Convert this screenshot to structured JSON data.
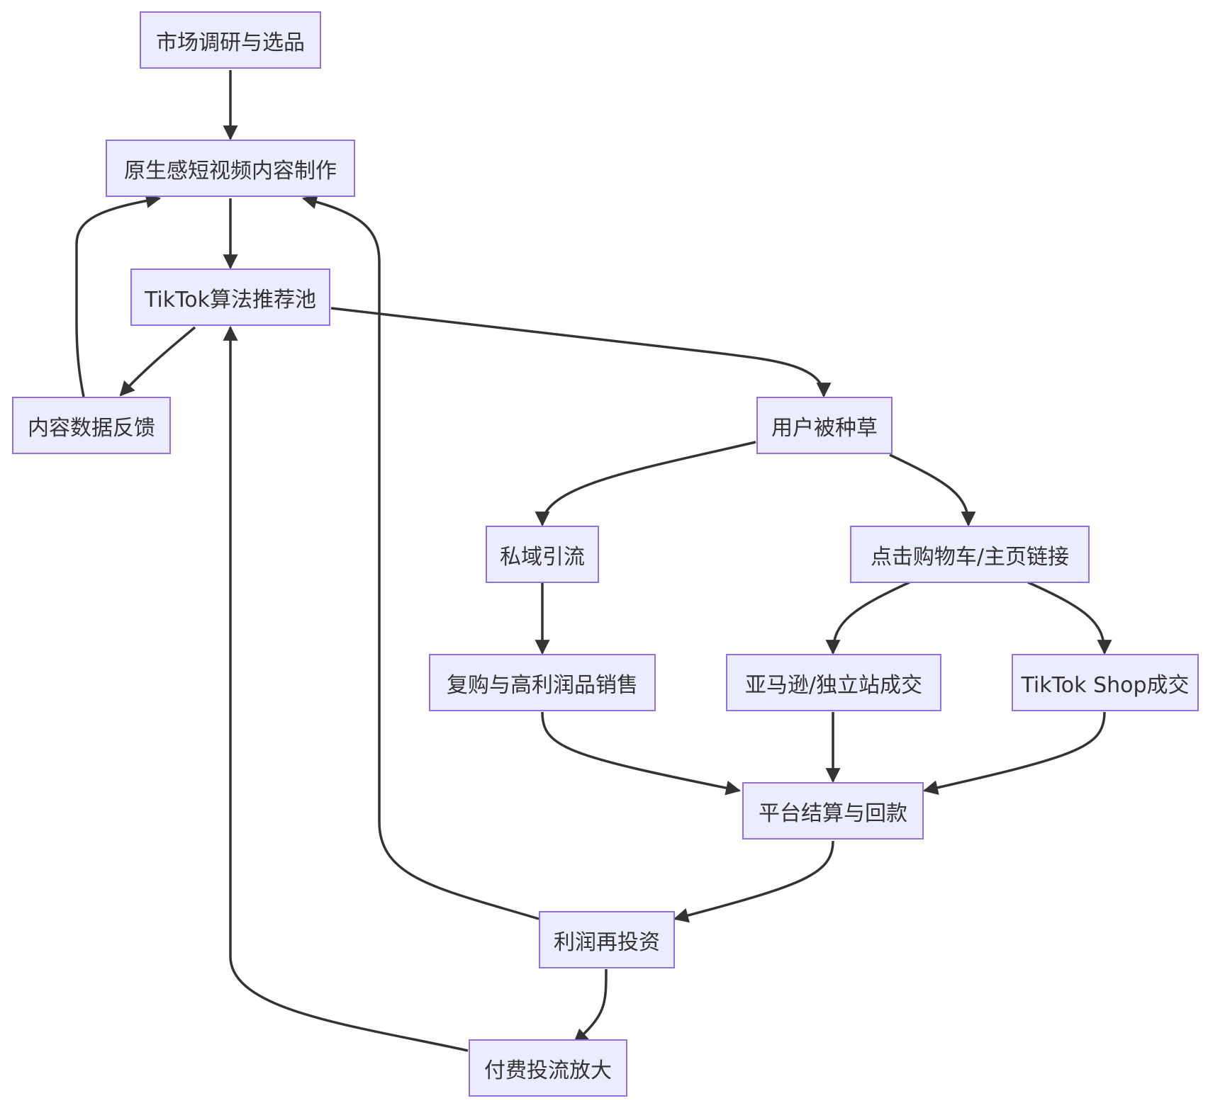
{
  "nodes": {
    "market_research": "市场调研与选品",
    "content_production": "原生感短视频内容制作",
    "algorithm_pool": "TikTok算法推荐池",
    "data_feedback": "内容数据反馈",
    "user_seeded": "用户被种草",
    "private_traffic": "私域引流",
    "click_cart": "点击购物车/主页链接",
    "repurchase": "复购与高利润品销售",
    "amazon_deal": "亚马逊/独立站成交",
    "tiktok_shop_deal": "TikTok Shop成交",
    "settlement": "平台结算与回款",
    "reinvest": "利润再投资",
    "paid_ads": "付费投流放大"
  },
  "edges": [
    {
      "from": "market_research",
      "to": "content_production"
    },
    {
      "from": "content_production",
      "to": "algorithm_pool"
    },
    {
      "from": "algorithm_pool",
      "to": "data_feedback"
    },
    {
      "from": "data_feedback",
      "to": "content_production"
    },
    {
      "from": "algorithm_pool",
      "to": "user_seeded"
    },
    {
      "from": "user_seeded",
      "to": "private_traffic"
    },
    {
      "from": "user_seeded",
      "to": "click_cart"
    },
    {
      "from": "private_traffic",
      "to": "repurchase"
    },
    {
      "from": "click_cart",
      "to": "amazon_deal"
    },
    {
      "from": "click_cart",
      "to": "tiktok_shop_deal"
    },
    {
      "from": "repurchase",
      "to": "settlement"
    },
    {
      "from": "amazon_deal",
      "to": "settlement"
    },
    {
      "from": "tiktok_shop_deal",
      "to": "settlement"
    },
    {
      "from": "settlement",
      "to": "reinvest"
    },
    {
      "from": "reinvest",
      "to": "content_production"
    },
    {
      "from": "reinvest",
      "to": "paid_ads"
    },
    {
      "from": "paid_ads",
      "to": "algorithm_pool"
    }
  ],
  "colors": {
    "node_fill": "#ECECFF",
    "node_border": "#9370DB",
    "edge": "#333333",
    "text": "#333333"
  }
}
